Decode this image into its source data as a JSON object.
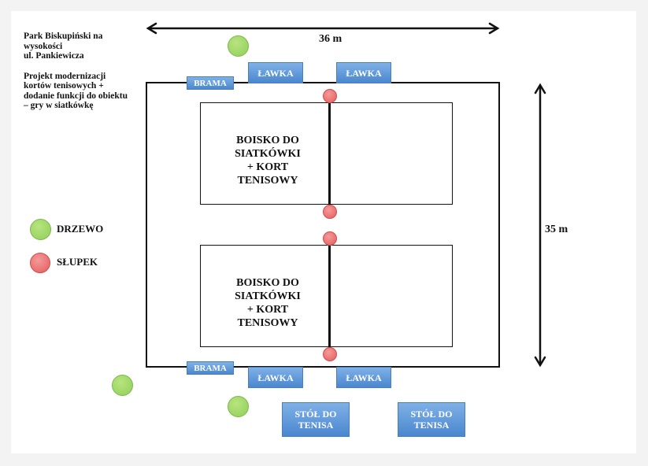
{
  "description": {
    "lines1": [
      "Park Biskupiński na",
      "wysokości",
      "ul. Pankiewicza"
    ],
    "lines2": [
      "Projekt modernizacji",
      "kortów tenisowych +",
      "dodanie funkcji do obiektu",
      "– gry w siatkówkę"
    ]
  },
  "dimensions": {
    "width": "36 m",
    "height": "35 m"
  },
  "gates": {
    "top": "BRAMA",
    "bottom": "BRAMA"
  },
  "benches": [
    "ŁAWKA",
    "ŁAWKA",
    "ŁAWKA",
    "ŁAWKA"
  ],
  "courts": [
    {
      "label": [
        "BOISKO DO",
        "SIATKÓWKI",
        "+ KORT",
        "TENISOWY"
      ]
    },
    {
      "label": [
        "BOISKO DO",
        "SIATKÓWKI",
        "+ KORT",
        "TENISOWY"
      ]
    }
  ],
  "tables": [
    {
      "label": [
        "STÓŁ DO",
        "TENISA"
      ]
    },
    {
      "label": [
        "STÓŁ DO",
        "TENISA"
      ]
    }
  ],
  "legend": {
    "tree": "DRZEWO",
    "post": "SŁUPEK"
  },
  "colors": {
    "tree": "#8fcf5a",
    "post": "#e45c5c",
    "box": "#5b94d6"
  }
}
